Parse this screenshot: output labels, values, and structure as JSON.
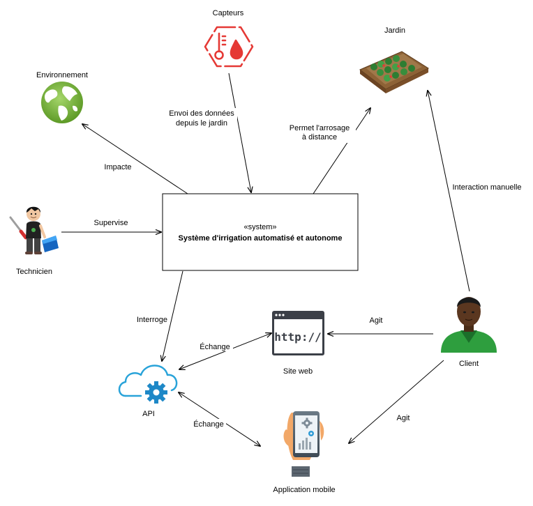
{
  "system": {
    "stereotype": "«system»",
    "name": "Système d'irrigation automatisé et autonome"
  },
  "actors": {
    "capteurs": "Capteurs",
    "jardin": "Jardin",
    "environnement": "Environnement",
    "technicien": "Technicien",
    "client": "Client",
    "site_web": "Site web",
    "api": "API",
    "application_mobile": "Application mobile"
  },
  "edges": {
    "envoi_1": "Envoi des données",
    "envoi_2": "depuis le jardin",
    "permet_1": "Permet l'arrosage",
    "permet_2": "à distance",
    "impacte": "Impacte",
    "supervise": "Supervise",
    "interaction": "Interaction manuelle",
    "interroge": "Interroge",
    "echange_web": "Échange",
    "echange_mobile": "Échange",
    "agit_web": "Agit",
    "agit_mobile": "Agit"
  },
  "icons": {
    "http_text": "http://",
    "sensor_color": "#e53935",
    "globe_color": "#7cb342",
    "cloud_color": "#29a3d9",
    "gear_color": "#1e88c7"
  }
}
